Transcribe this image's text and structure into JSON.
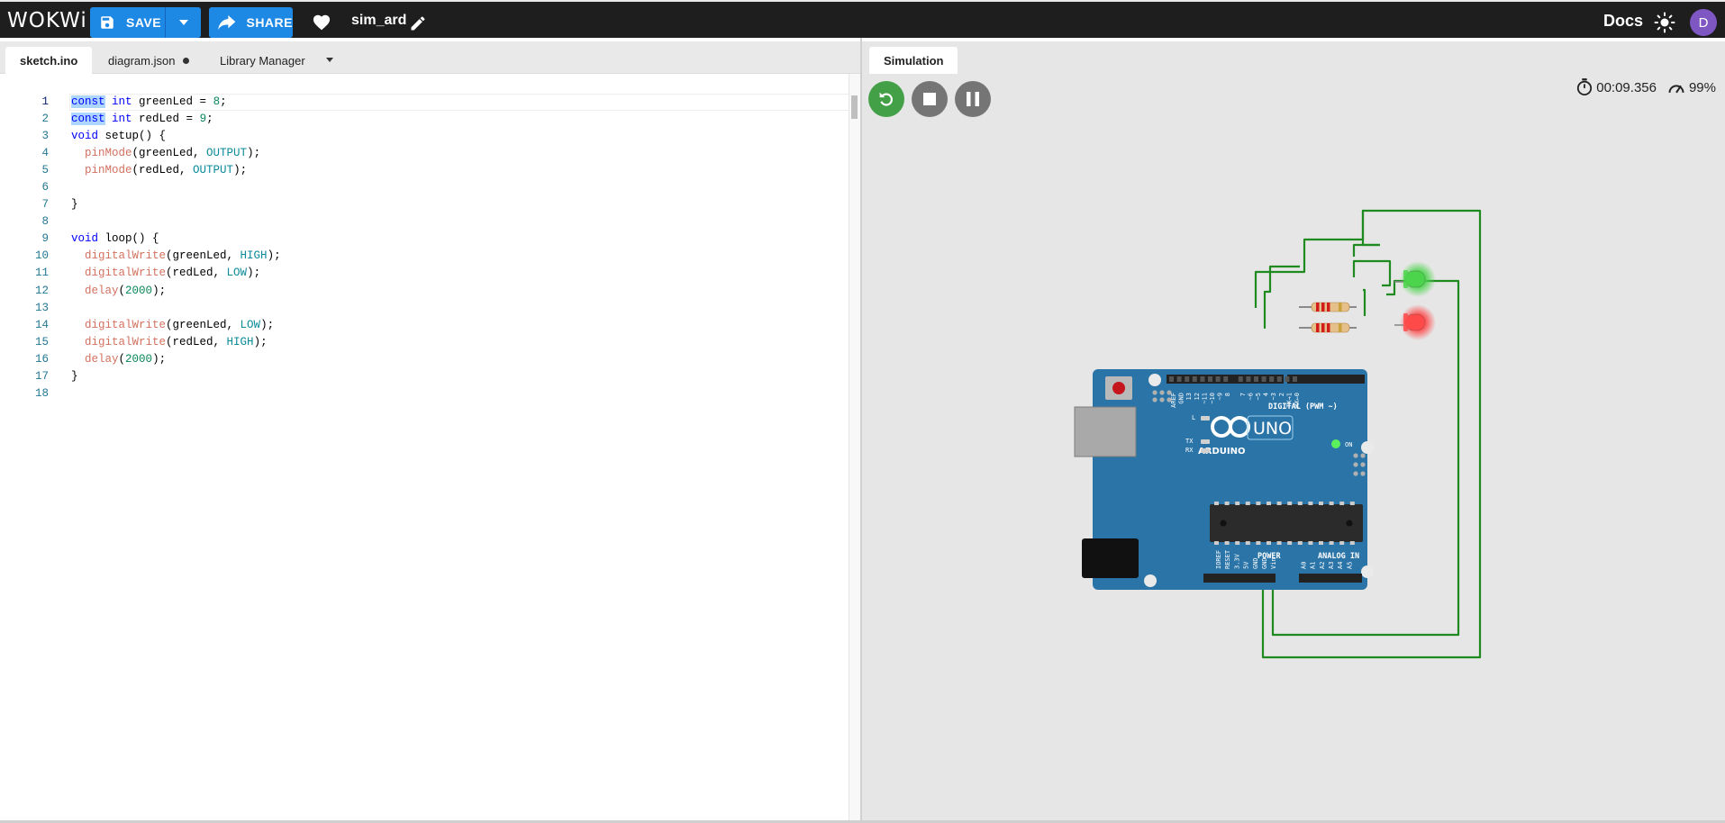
{
  "app": {
    "logo_text": "WOKWi",
    "project_name": "sim_ard",
    "docs_label": "Docs",
    "user_initial": "D"
  },
  "toolbar": {
    "save_label": "SAVE",
    "share_label": "SHARE"
  },
  "editor": {
    "tabs": [
      {
        "label": "sketch.ino",
        "active": true
      },
      {
        "label": "diagram.json",
        "modified": true
      },
      {
        "label": "Library Manager"
      }
    ],
    "current_line": 1,
    "lines": [
      "const int greenLed = 8;",
      "const int redLed = 9;",
      "void setup() {",
      "  pinMode(greenLed, OUTPUT);",
      "  pinMode(redLed, OUTPUT);",
      "",
      "}",
      "",
      "void loop() {",
      "  digitalWrite(greenLed, HIGH);",
      "  digitalWrite(redLed, LOW);",
      "  delay(2000);",
      "",
      "  digitalWrite(greenLed, LOW);",
      "  digitalWrite(redLed, HIGH);",
      "  delay(2000);",
      "}",
      ""
    ]
  },
  "simulation": {
    "tab_label": "Simulation",
    "elapsed_time": "00:09.356",
    "speed": "99%",
    "board": {
      "name": "UNO",
      "brand": "ARDUINO",
      "digital_label": "DIGITAL (PWM ~)",
      "power_label": "POWER",
      "analog_label": "ANALOG IN",
      "on_label": "ON",
      "l_label": "L",
      "tx_label": "TX",
      "rx_label": "RX",
      "top_pins": [
        "AREF",
        "GND",
        "13",
        "12",
        "~11",
        "~10",
        "~9",
        "8",
        "7",
        "~6",
        "~5",
        "4",
        "~3",
        "2",
        "TX→1",
        "RX←0"
      ],
      "bottom_pins": [
        "IOREF",
        "RESET",
        "3.3V",
        "5V",
        "GND",
        "GND",
        "Vin",
        "A0",
        "A1",
        "A2",
        "A3",
        "A4",
        "A5"
      ]
    },
    "leds": [
      {
        "color": "green",
        "pin": "8",
        "state": "on"
      },
      {
        "color": "red",
        "pin": "9",
        "state": "on"
      }
    ],
    "colors": {
      "board": "#2a74a8",
      "wire": "#1f8a1f",
      "led_green": "#4cd44c",
      "led_red": "#ff4a4a",
      "accent": "#1e88e5"
    }
  }
}
